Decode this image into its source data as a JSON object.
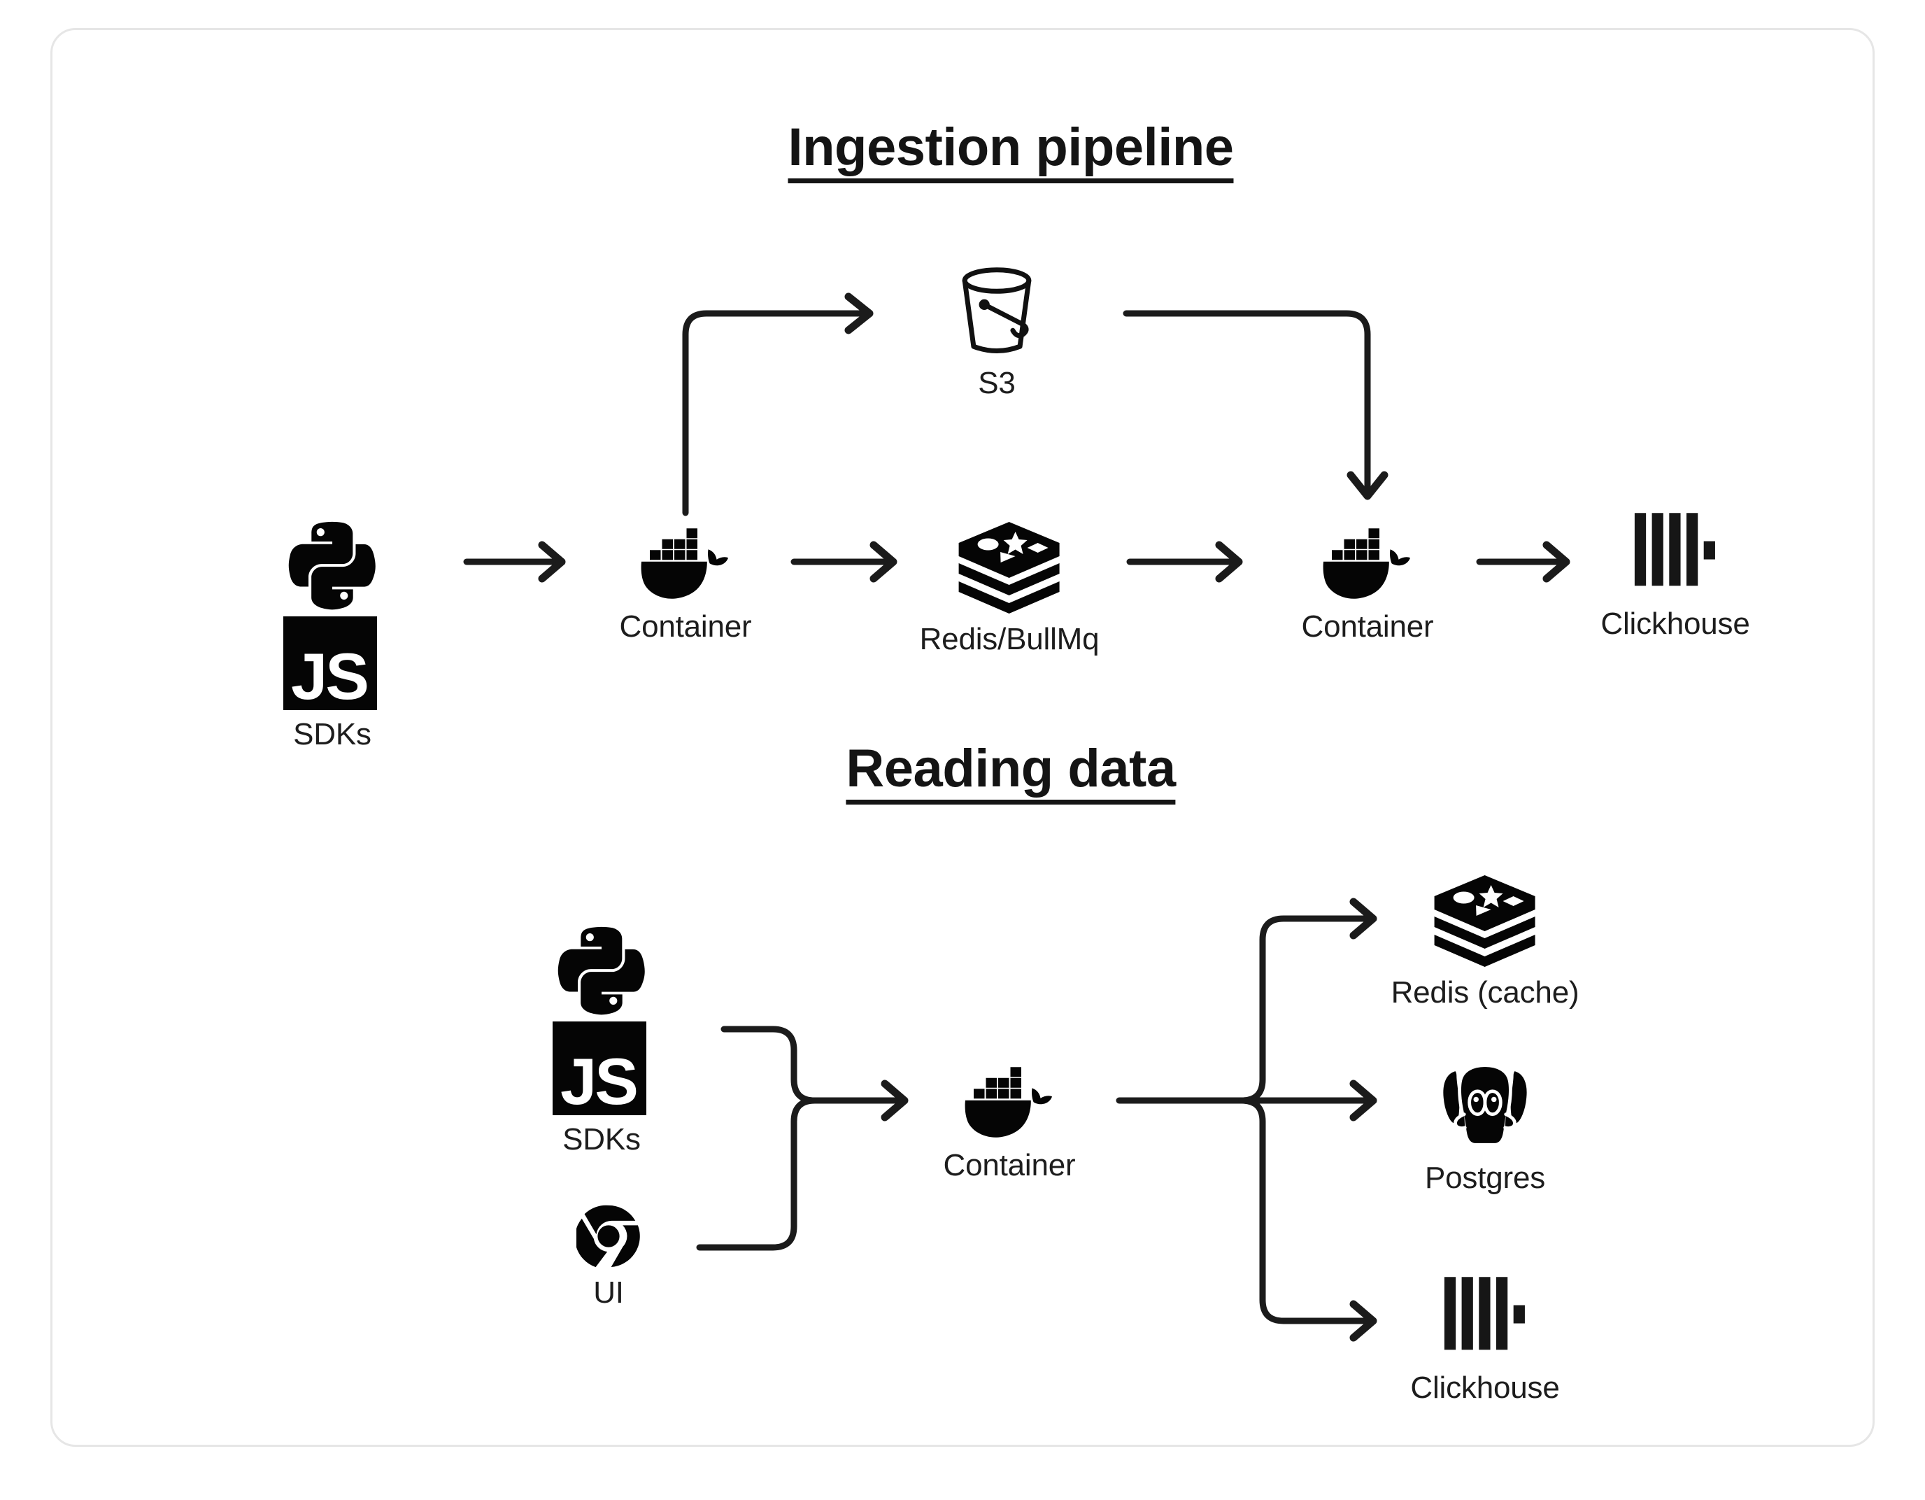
{
  "card": {
    "border_color": "#e6e6e6",
    "background": "#ffffff"
  },
  "ink_color": "#141414",
  "sections": [
    {
      "id": "ingestion",
      "title": "Ingestion pipeline",
      "nodes": [
        {
          "id": "sdks-1",
          "label": "SDKs",
          "icon": "python-js-sdk-icon"
        },
        {
          "id": "container-1",
          "label": "Container",
          "icon": "docker-whale-icon"
        },
        {
          "id": "s3",
          "label": "S3",
          "icon": "s3-bucket-icon"
        },
        {
          "id": "redis-bullmq",
          "label": "Redis/BullMq",
          "icon": "redis-stack-icon"
        },
        {
          "id": "container-2",
          "label": "Container",
          "icon": "docker-whale-icon"
        },
        {
          "id": "clickhouse-1",
          "label": "Clickhouse",
          "icon": "clickhouse-bars-icon"
        }
      ],
      "edges": [
        {
          "from": "sdks-1",
          "to": "container-1",
          "kind": "straight-arrow"
        },
        {
          "from": "container-1",
          "to": "s3",
          "kind": "elbow-up-right-arrow"
        },
        {
          "from": "container-1",
          "to": "redis-bullmq",
          "kind": "straight-arrow"
        },
        {
          "from": "s3",
          "to": "container-2",
          "kind": "elbow-right-down-arrow"
        },
        {
          "from": "redis-bullmq",
          "to": "container-2",
          "kind": "straight-arrow"
        },
        {
          "from": "container-2",
          "to": "clickhouse-1",
          "kind": "straight-arrow"
        }
      ]
    },
    {
      "id": "reading",
      "title": "Reading data",
      "nodes": [
        {
          "id": "sdks-2",
          "label": "SDKs",
          "icon": "python-js-sdk-icon"
        },
        {
          "id": "ui",
          "label": "UI",
          "icon": "chrome-icon"
        },
        {
          "id": "container-3",
          "label": "Container",
          "icon": "docker-whale-icon"
        },
        {
          "id": "redis-cache",
          "label": "Redis (cache)",
          "icon": "redis-stack-icon"
        },
        {
          "id": "postgres",
          "label": "Postgres",
          "icon": "postgres-elephant-icon"
        },
        {
          "id": "clickhouse-2",
          "label": "Clickhouse",
          "icon": "clickhouse-bars-icon"
        }
      ],
      "edges": [
        {
          "from": "sdks-2",
          "to": "container-3",
          "kind": "merge-arrow"
        },
        {
          "from": "ui",
          "to": "container-3",
          "kind": "merge-arrow"
        },
        {
          "from": "container-3",
          "to": "redis-cache",
          "kind": "fanout-up-arrow"
        },
        {
          "from": "container-3",
          "to": "postgres",
          "kind": "fanout-straight-arrow"
        },
        {
          "from": "container-3",
          "to": "clickhouse-2",
          "kind": "fanout-down-arrow"
        }
      ]
    }
  ],
  "js_badge_text": "JS"
}
